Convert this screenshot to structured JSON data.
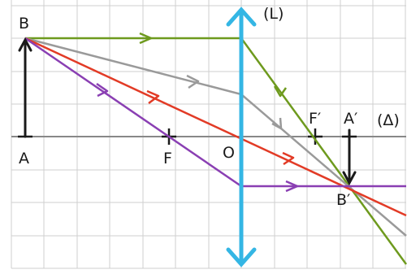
{
  "labels": {
    "lens": "(L)",
    "axis": "(Δ)",
    "object_top": "B",
    "object_base": "A",
    "focus_object": "F",
    "center": "O",
    "focus_image": "F′",
    "image_base": "A′",
    "image_top": "B′"
  },
  "colors": {
    "lens": "#34b6e4",
    "green_ray": "#6e9a1e",
    "gray_ray": "#9a9a9a",
    "red_ray": "#e23b26",
    "purple_ray": "#8a3fb3",
    "object_arrow": "#1a1a1a"
  }
}
